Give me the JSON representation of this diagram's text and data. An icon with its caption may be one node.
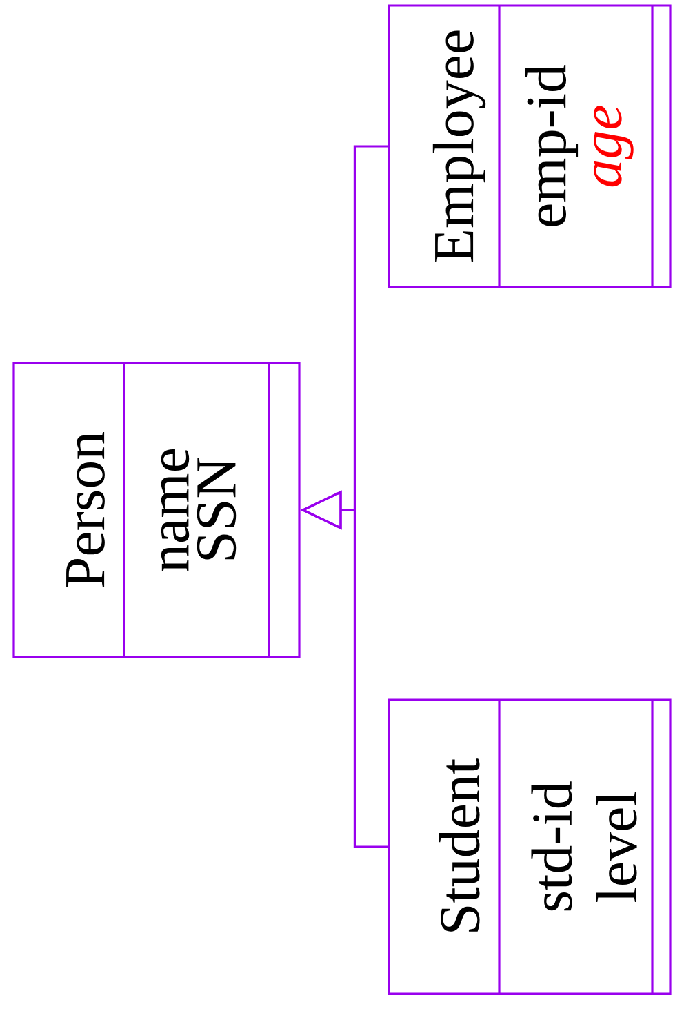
{
  "diagram": {
    "nodes": [
      {
        "text": [
          "Person",
          "name",
          "SSN"
        ]
      },
      {
        "text": [
          "Employee",
          "emp-id",
          "age"
        ]
      },
      {
        "text": [
          "Student",
          "std-id",
          "level"
        ]
      }
    ],
    "edges": [
      {
        "from": 1,
        "to": 0,
        "arrow": "to"
      },
      {
        "from": 2,
        "to": 0,
        "arrow": "to"
      }
    ]
  }
}
